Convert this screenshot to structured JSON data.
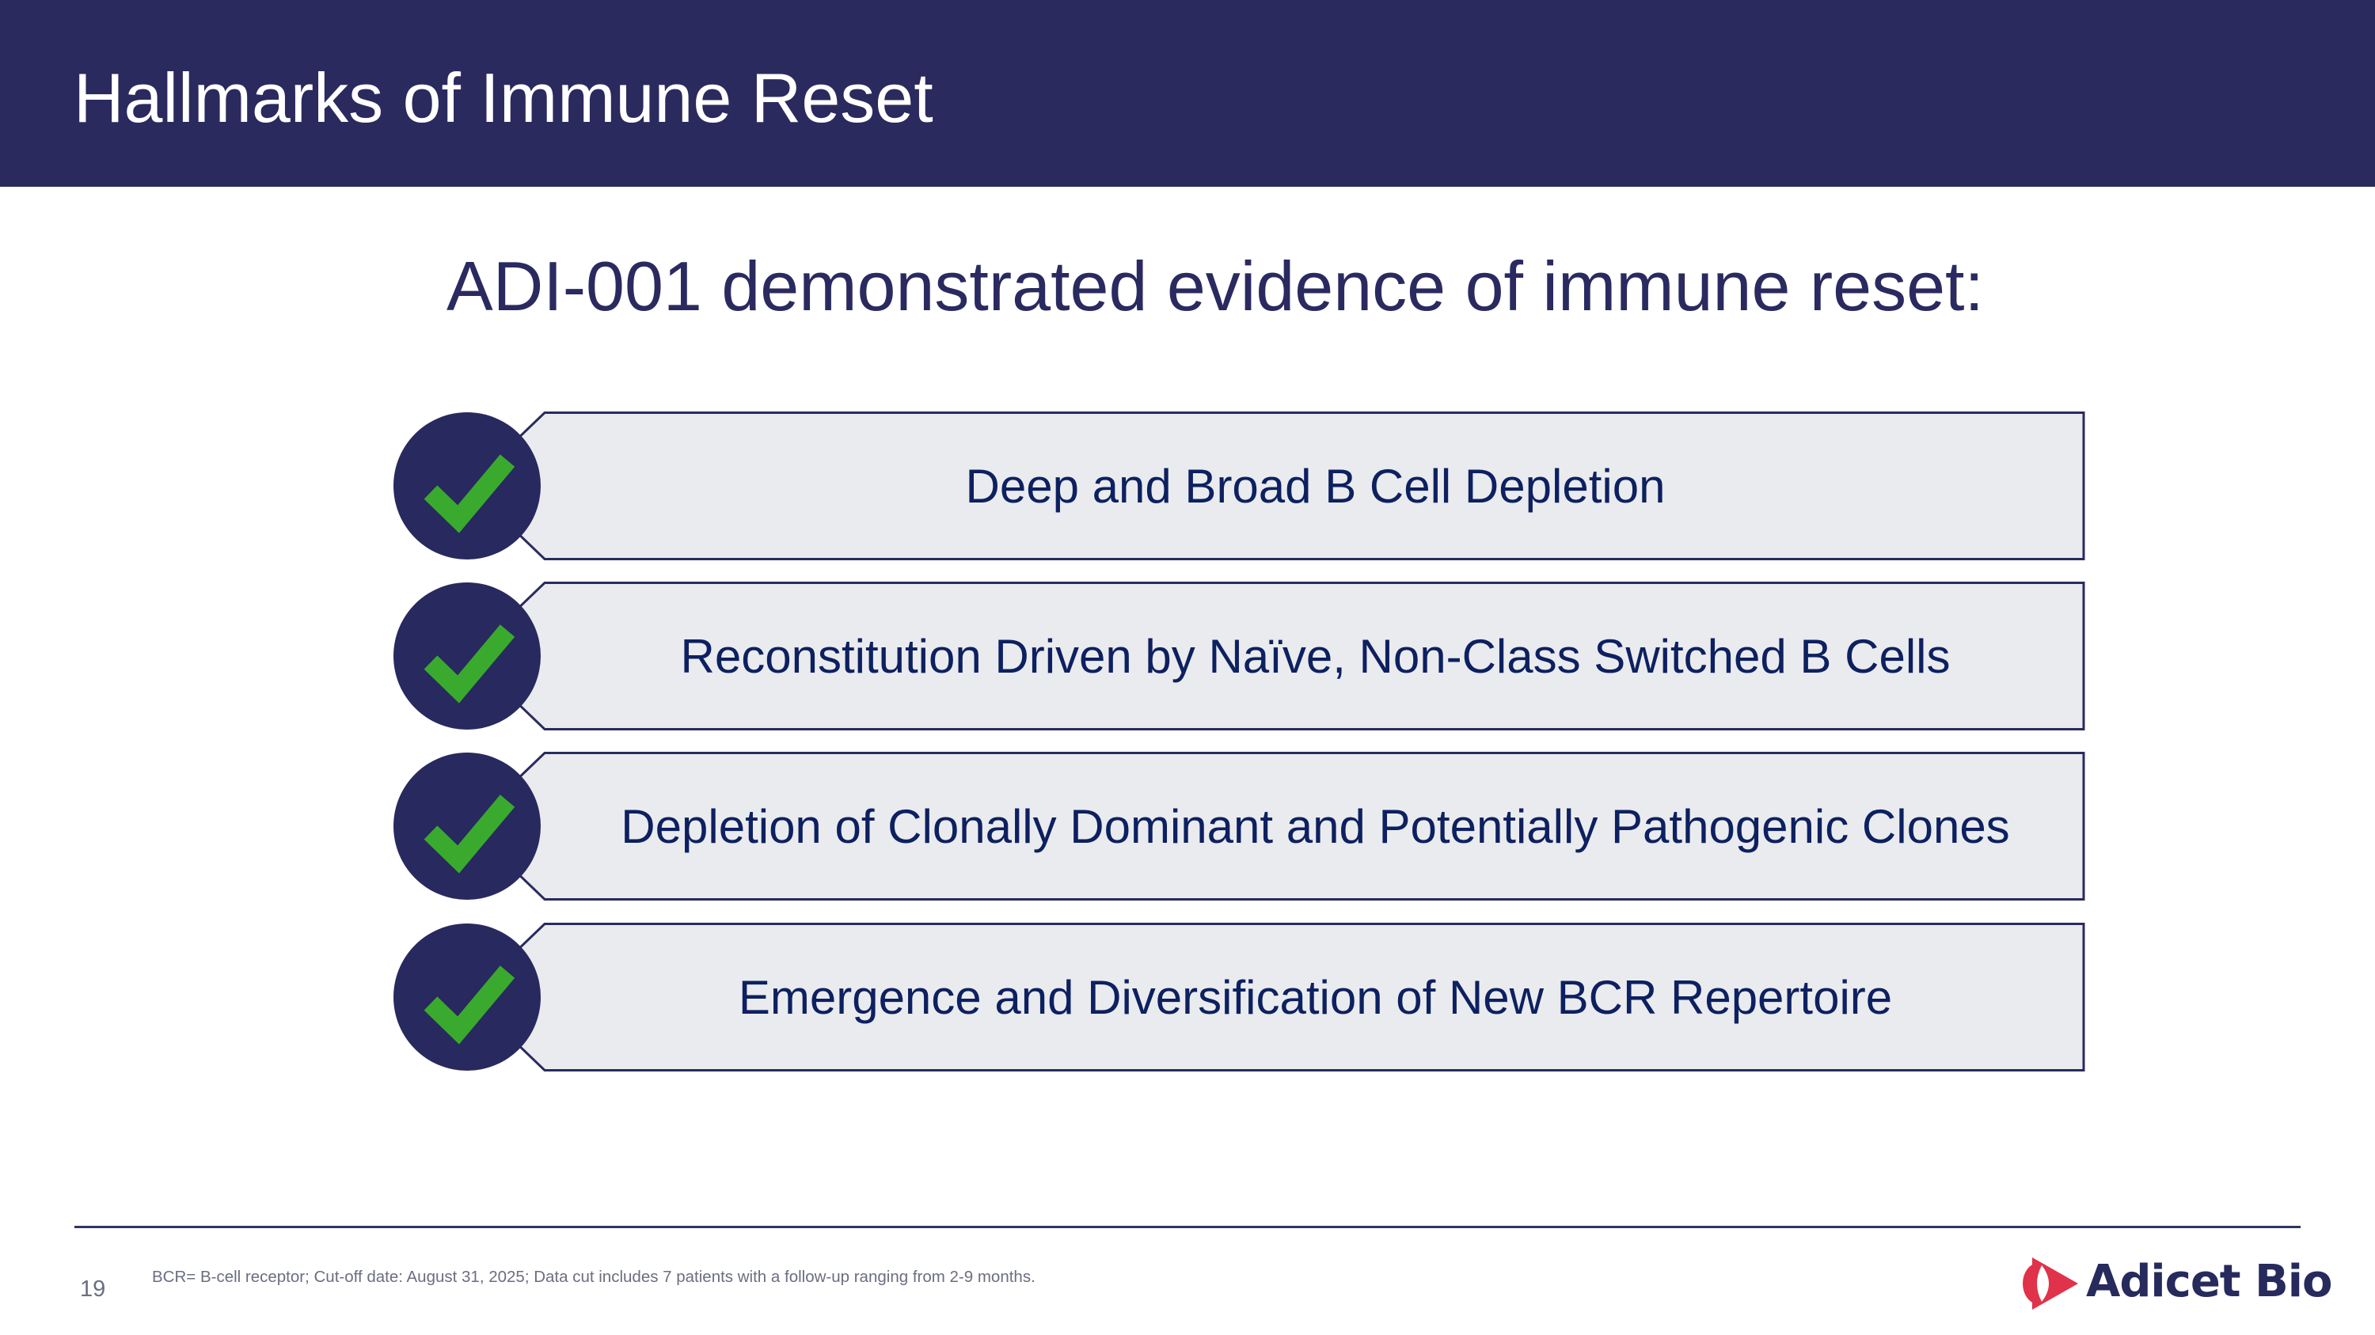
{
  "header": {
    "title": "Hallmarks of Immune Reset"
  },
  "main": {
    "subtitle": "ADI-001 demonstrated evidence of immune reset:",
    "hallmarks": [
      {
        "label": "Deep and Broad B Cell Depletion",
        "icon": "checkmark-icon",
        "checked": true
      },
      {
        "label": "Reconstitution Driven by Naïve, Non-Class Switched B Cells",
        "icon": "checkmark-icon",
        "checked": true
      },
      {
        "label": "Depletion of Clonally Dominant and Potentially Pathogenic Clones",
        "icon": "checkmark-icon",
        "checked": true
      },
      {
        "label": "Emergence and Diversification of New BCR Repertoire",
        "icon": "checkmark-icon",
        "checked": true
      }
    ]
  },
  "footer": {
    "page_number": "19",
    "footnote": "BCR= B-cell receptor; Cut-off date: August 31, 2025; Data cut includes 7 patients with a follow-up ranging from 2-9 months.",
    "logo_text": "Adicet Bio"
  },
  "colors": {
    "header_bg": "#2a2a5e",
    "subtitle": "#2a2a60",
    "item_text": "#0d2060",
    "item_fill": "#eaebee",
    "item_border": "#2a2b5e",
    "circle": "#28295e",
    "check": "#3aaa2e",
    "logo_red": "#e0324a",
    "logo_navy": "#262a5c",
    "footer_text": "#6b6e80"
  }
}
